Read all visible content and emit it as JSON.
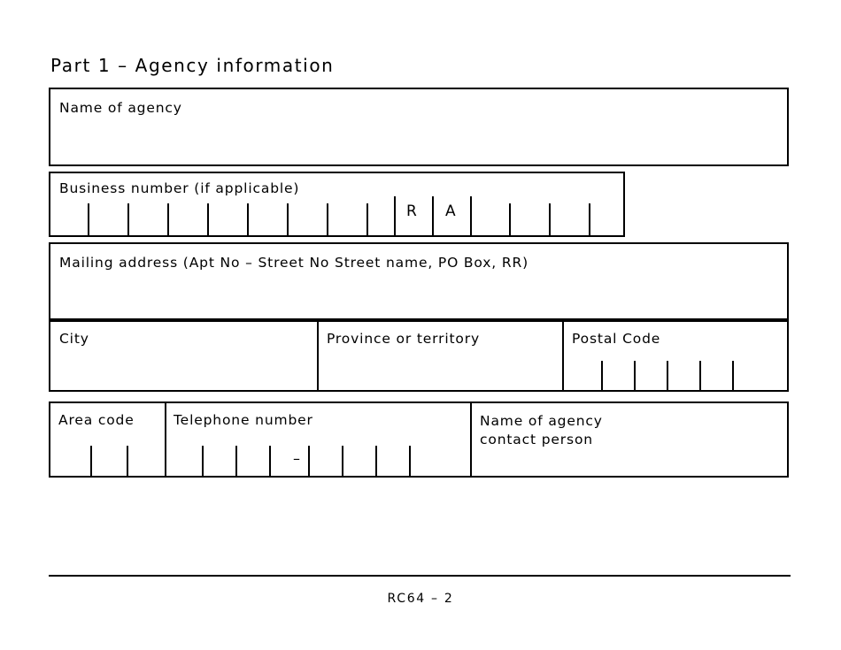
{
  "document": {
    "form_code": "RC64 – 2",
    "part_title": "Part 1 – Agency information"
  },
  "part1": {
    "title": "Part 1 – Agency information",
    "fields": {
      "name_of_agency": {
        "label": "Name of agency",
        "value": ""
      },
      "business_number": {
        "label": "Business number (if applicable)",
        "value": "",
        "digit_cells": 9,
        "program_identifier_letters": [
          "R",
          "A"
        ],
        "reference_cells": 4
      },
      "mailing_address": {
        "label": "Mailing address (Apt No – Street No Street name, PO Box, RR)",
        "value": ""
      },
      "city": {
        "label": "City",
        "value": ""
      },
      "province_or_territory": {
        "label": "Province or territory",
        "value": ""
      },
      "postal_code": {
        "label": "Postal Code",
        "value": "",
        "cells": 6
      },
      "area_code": {
        "label": "Area code",
        "value": "",
        "cells": 3
      },
      "telephone_number": {
        "label": "Telephone number",
        "value": "",
        "cells": 8,
        "separator": "–"
      },
      "name_of_agency_contact_person": {
        "label": "Name of agency contact person",
        "value": ""
      }
    }
  },
  "footer": {
    "form_id": "RC64 – 2"
  }
}
